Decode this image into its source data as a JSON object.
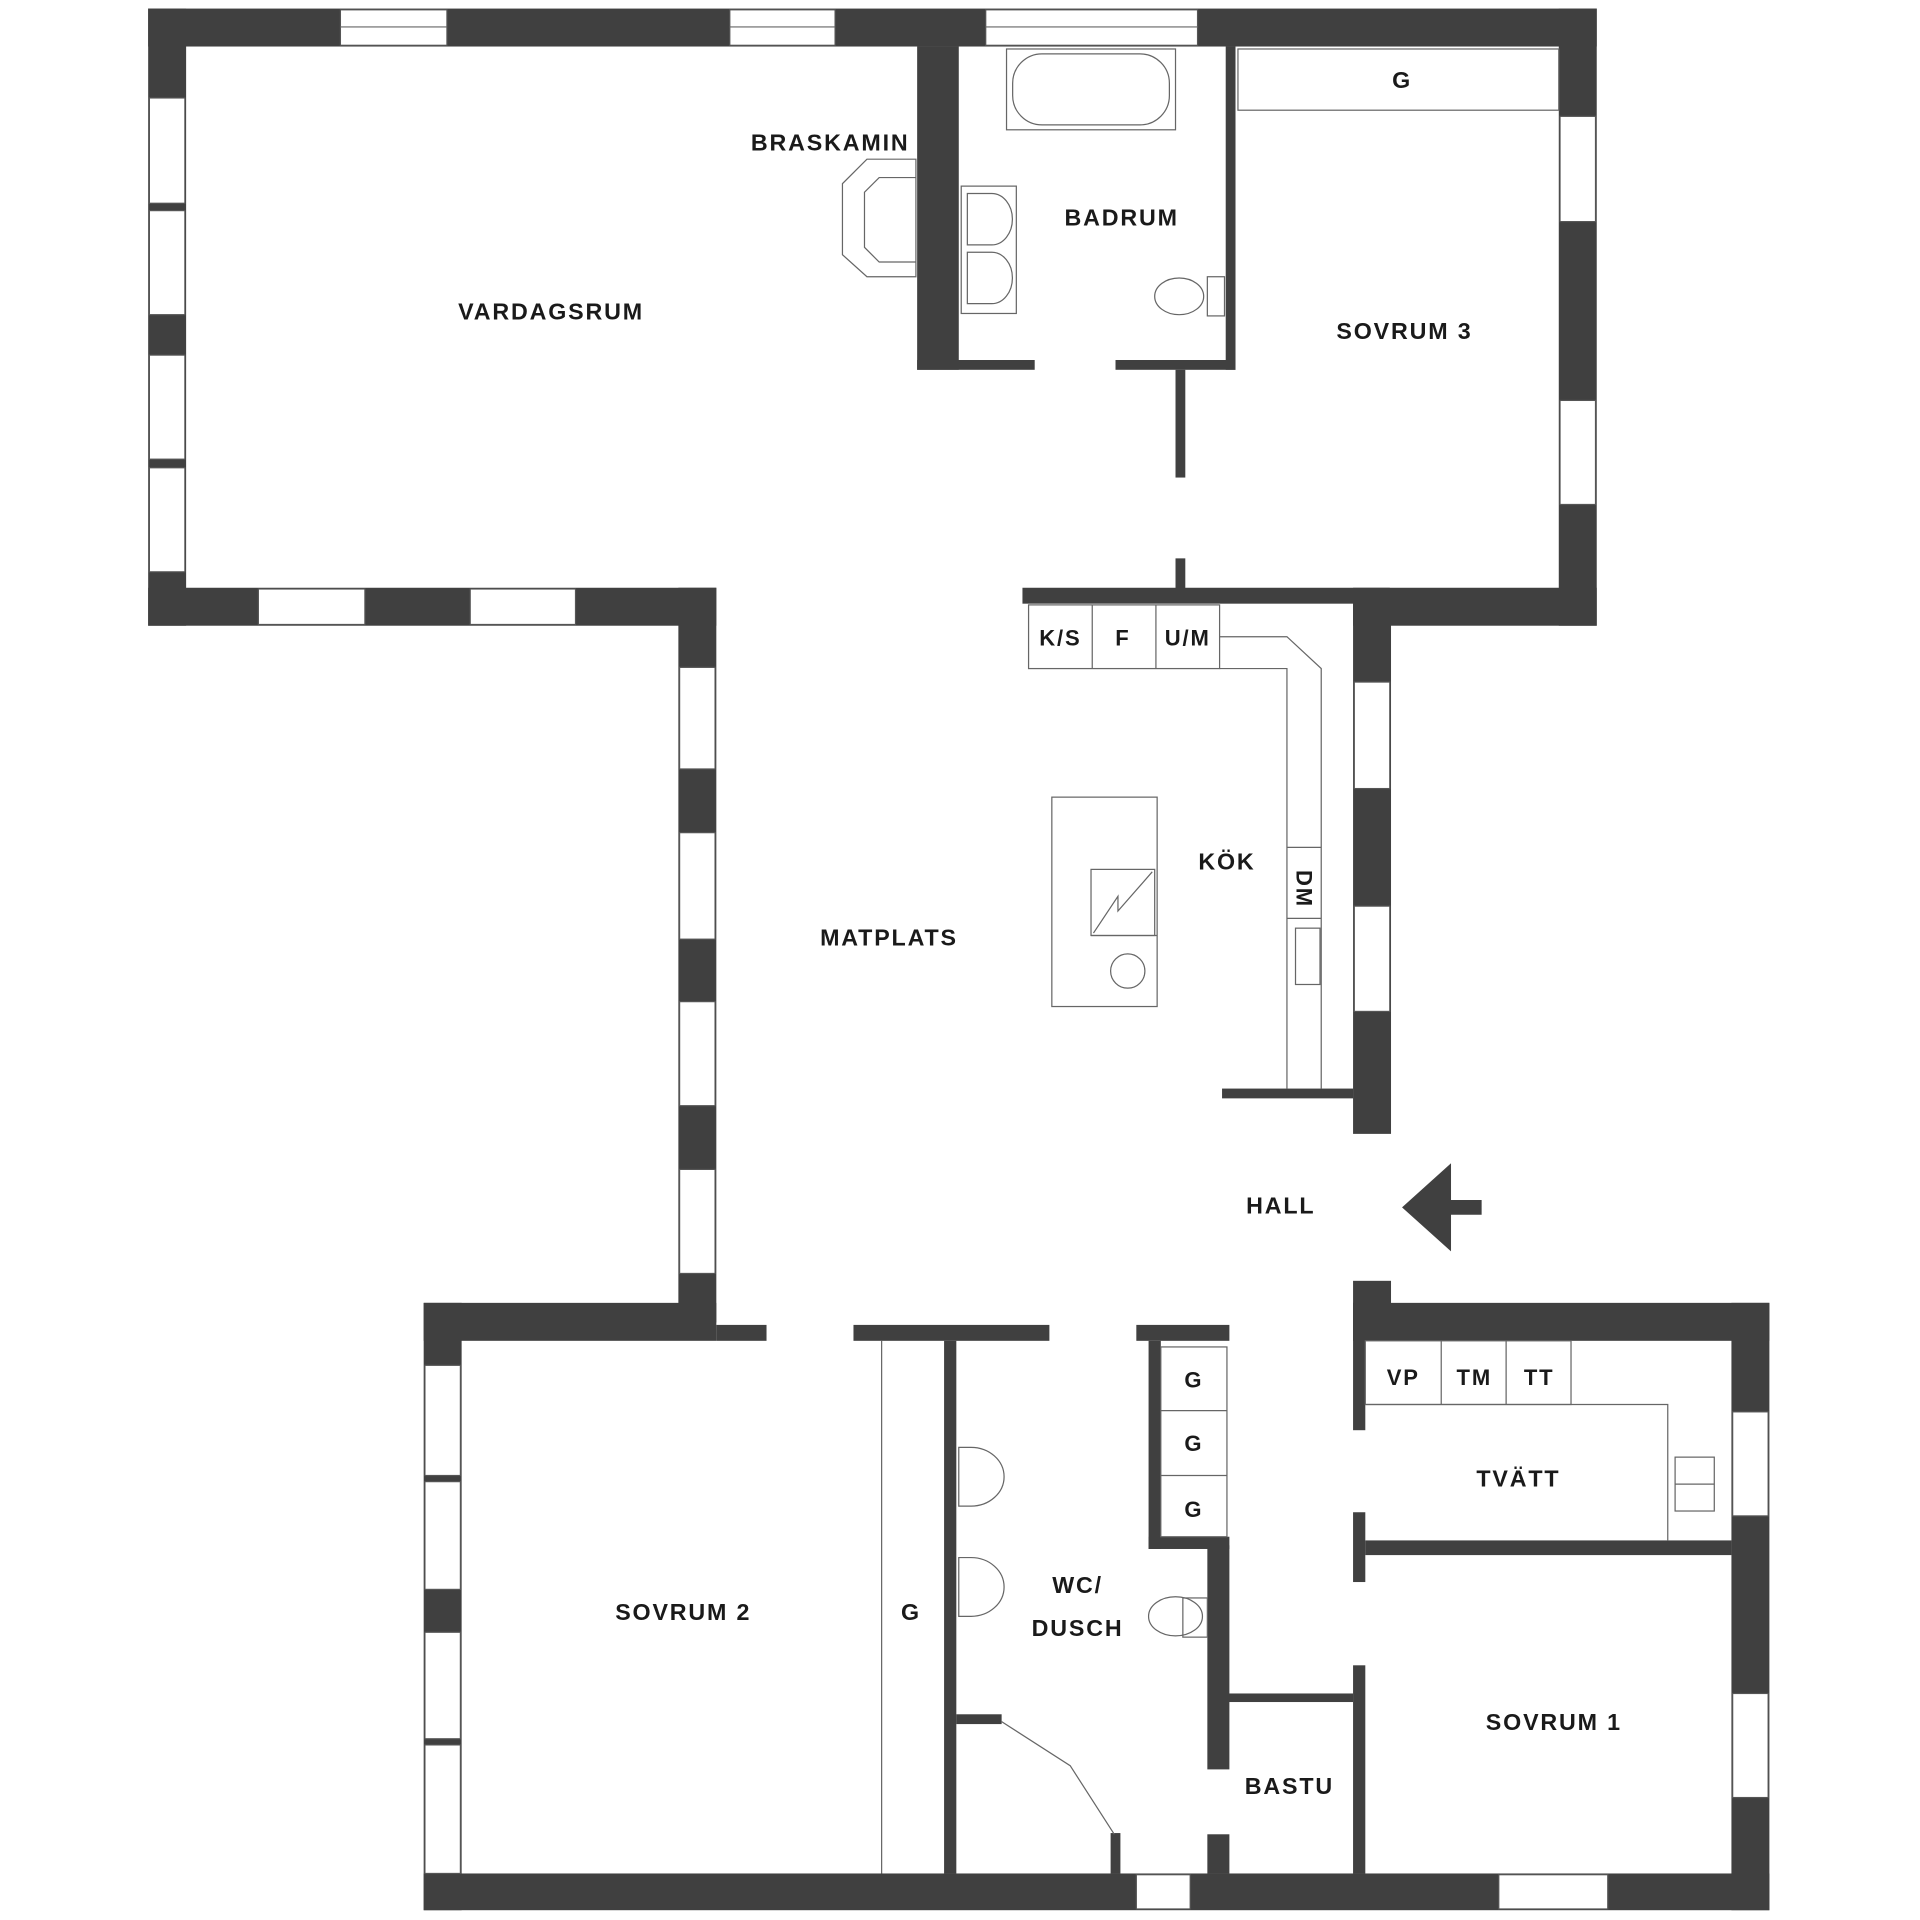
{
  "rooms": {
    "vardagsrum": "VARDAGSRUM",
    "braskamin": "BRASKAMIN",
    "badrum": "BADRUM",
    "sovrum3": "SOVRUM 3",
    "sovrum3_closet": "G",
    "matplats": "MATPLATS",
    "kok": "KÖK",
    "hall": "HALL",
    "sovrum2": "SOVRUM 2",
    "sovrum2_closet": "G",
    "wc_line1": "WC/",
    "wc_line2": "DUSCH",
    "closets": [
      "G",
      "G",
      "G"
    ],
    "tvatt": "TVÄTT",
    "bastu": "BASTU",
    "sovrum1": "SOVRUM 1"
  },
  "appliances": {
    "ks": "K/S",
    "f": "F",
    "um": "U/M",
    "dm": "DM",
    "vp": "VP",
    "tm": "TM",
    "tt": "TT"
  },
  "icons": {
    "entrance": "entrance-arrow-icon"
  },
  "colors": {
    "wall": "#404040",
    "background": "#ffffff"
  }
}
